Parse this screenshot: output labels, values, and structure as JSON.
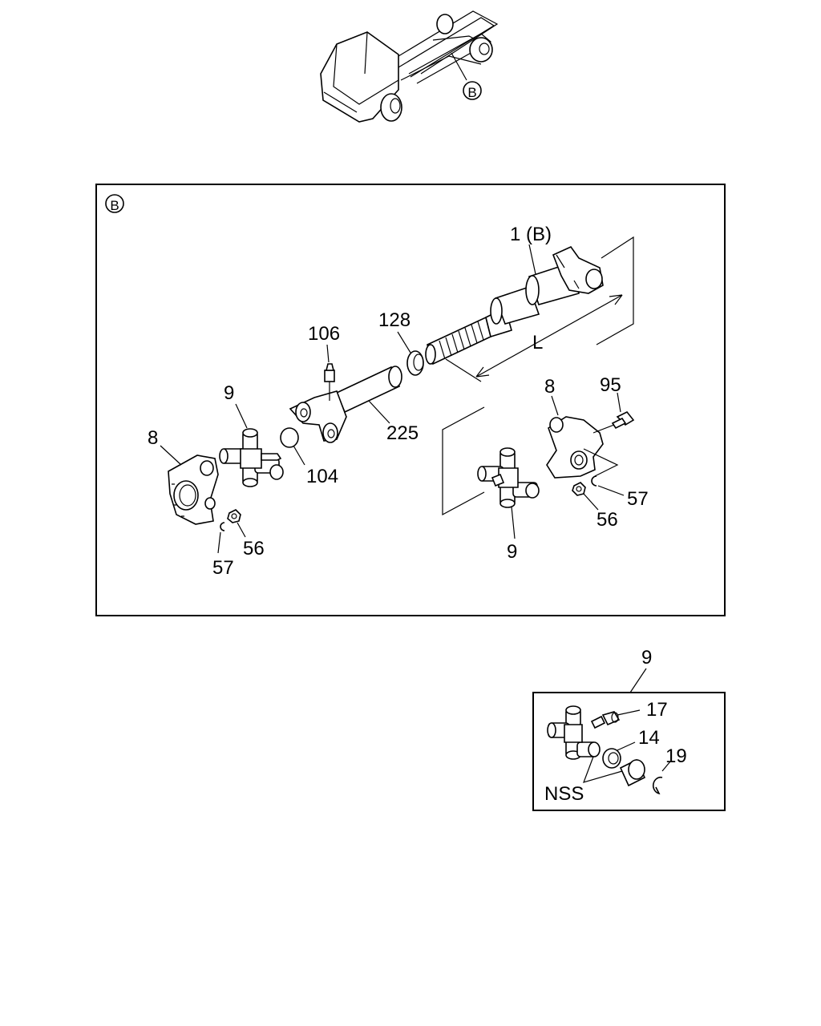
{
  "overview": {
    "view_marker": "B"
  },
  "detail_b": {
    "marker": "B",
    "labels": {
      "shaft_assembly": "1 (B)",
      "length_dim": "L",
      "grease_nipple": "106",
      "spline_seal": "128",
      "slip_yoke": "225",
      "plug": "104",
      "flange_yoke_left": "8",
      "spider_left": "9",
      "nut_left": "56",
      "washer_left": "57",
      "flange_yoke_right": "8",
      "bolt_right": "95",
      "spider_right": "9",
      "nut_right": "56",
      "washer_right": "57"
    }
  },
  "inset_9": {
    "title": "9",
    "labels": {
      "nipple": "17",
      "seal": "14",
      "snap_ring": "19",
      "nss": "NSS"
    }
  }
}
